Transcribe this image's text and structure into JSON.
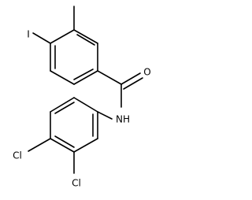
{
  "structure": {
    "bond_color": "#000000",
    "background": "#ffffff",
    "atom_labels": {
      "iodine": "I",
      "oxygen": "O",
      "amide_nitrogen": "NH",
      "chlorine_3": "Cl",
      "chlorine_2": "Cl"
    }
  }
}
